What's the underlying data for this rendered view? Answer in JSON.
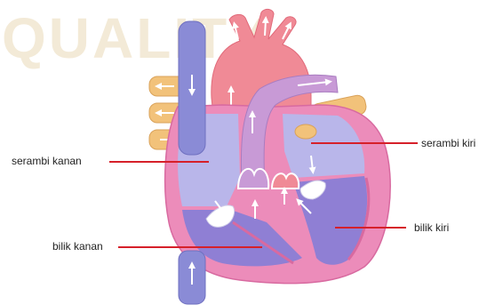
{
  "watermark": "QUALITY",
  "labels": {
    "right_atrium": "serambi kanan",
    "left_atrium": "serambi kiri",
    "left_ventricle": "bilik kiri",
    "right_ventricle": "bilik kanan"
  },
  "colors": {
    "pointer_line": "#d6202a",
    "vena_cava": "#8a8bd6",
    "aorta": "#f08a96",
    "pulmonary_artery": "#c89ad6",
    "pulmonary_veins": "#f2c27a",
    "right_side_chamber": "#b9b6ea",
    "left_side_chamber": "#8f7fd4",
    "myocardium": "#ec8cba"
  }
}
